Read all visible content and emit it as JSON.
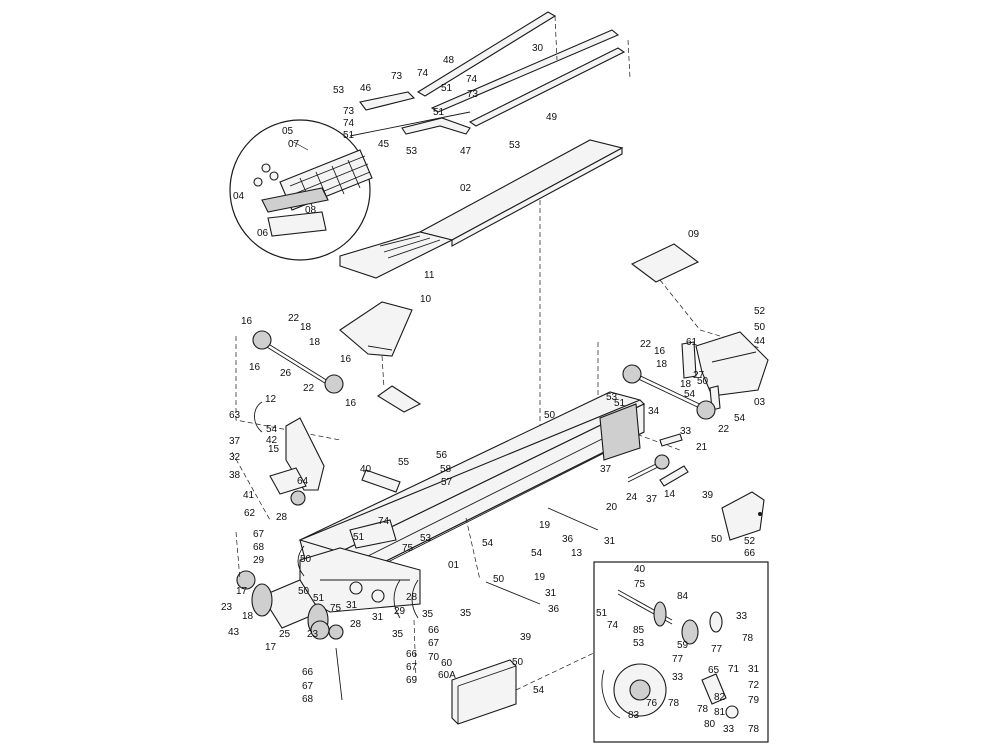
{
  "callouts": [
    "48",
    "30",
    "74",
    "73",
    "51",
    "74",
    "46",
    "53",
    "73",
    "73",
    "51",
    "74",
    "49",
    "51",
    "45",
    "53",
    "47",
    "53",
    "05",
    "07",
    "04",
    "08",
    "06",
    "02",
    "11",
    "09",
    "10",
    "52",
    "50",
    "44",
    "22",
    "16",
    "18",
    "18",
    "16",
    "16",
    "26",
    "22",
    "16",
    "61",
    "22",
    "16",
    "18",
    "27",
    "18",
    "50",
    "54",
    "54",
    "03",
    "22",
    "53",
    "50",
    "51",
    "34",
    "33",
    "21",
    "12",
    "63",
    "54",
    "42",
    "37",
    "15",
    "64",
    "32",
    "38",
    "41",
    "62",
    "28",
    "40",
    "55",
    "56",
    "58",
    "57",
    "74",
    "51",
    "53",
    "75",
    "37",
    "24",
    "37",
    "20",
    "14",
    "39",
    "19",
    "36",
    "31",
    "13",
    "50",
    "52",
    "66",
    "67",
    "68",
    "29",
    "50",
    "54",
    "01",
    "54",
    "50",
    "19",
    "31",
    "36",
    "40",
    "75",
    "84",
    "17",
    "23",
    "50",
    "51",
    "75",
    "31",
    "18",
    "43",
    "25",
    "17",
    "23",
    "28",
    "29",
    "35",
    "28",
    "35",
    "66",
    "67",
    "70",
    "66",
    "67",
    "69",
    "35",
    "39",
    "31",
    "60",
    "60A",
    "50",
    "54",
    "51",
    "74",
    "85",
    "53",
    "59",
    "77",
    "33",
    "78",
    "66",
    "67",
    "68",
    "77",
    "33",
    "78",
    "65",
    "71",
    "31",
    "72",
    "83",
    "76",
    "78",
    "82",
    "81",
    "79",
    "80",
    "33",
    "78"
  ]
}
